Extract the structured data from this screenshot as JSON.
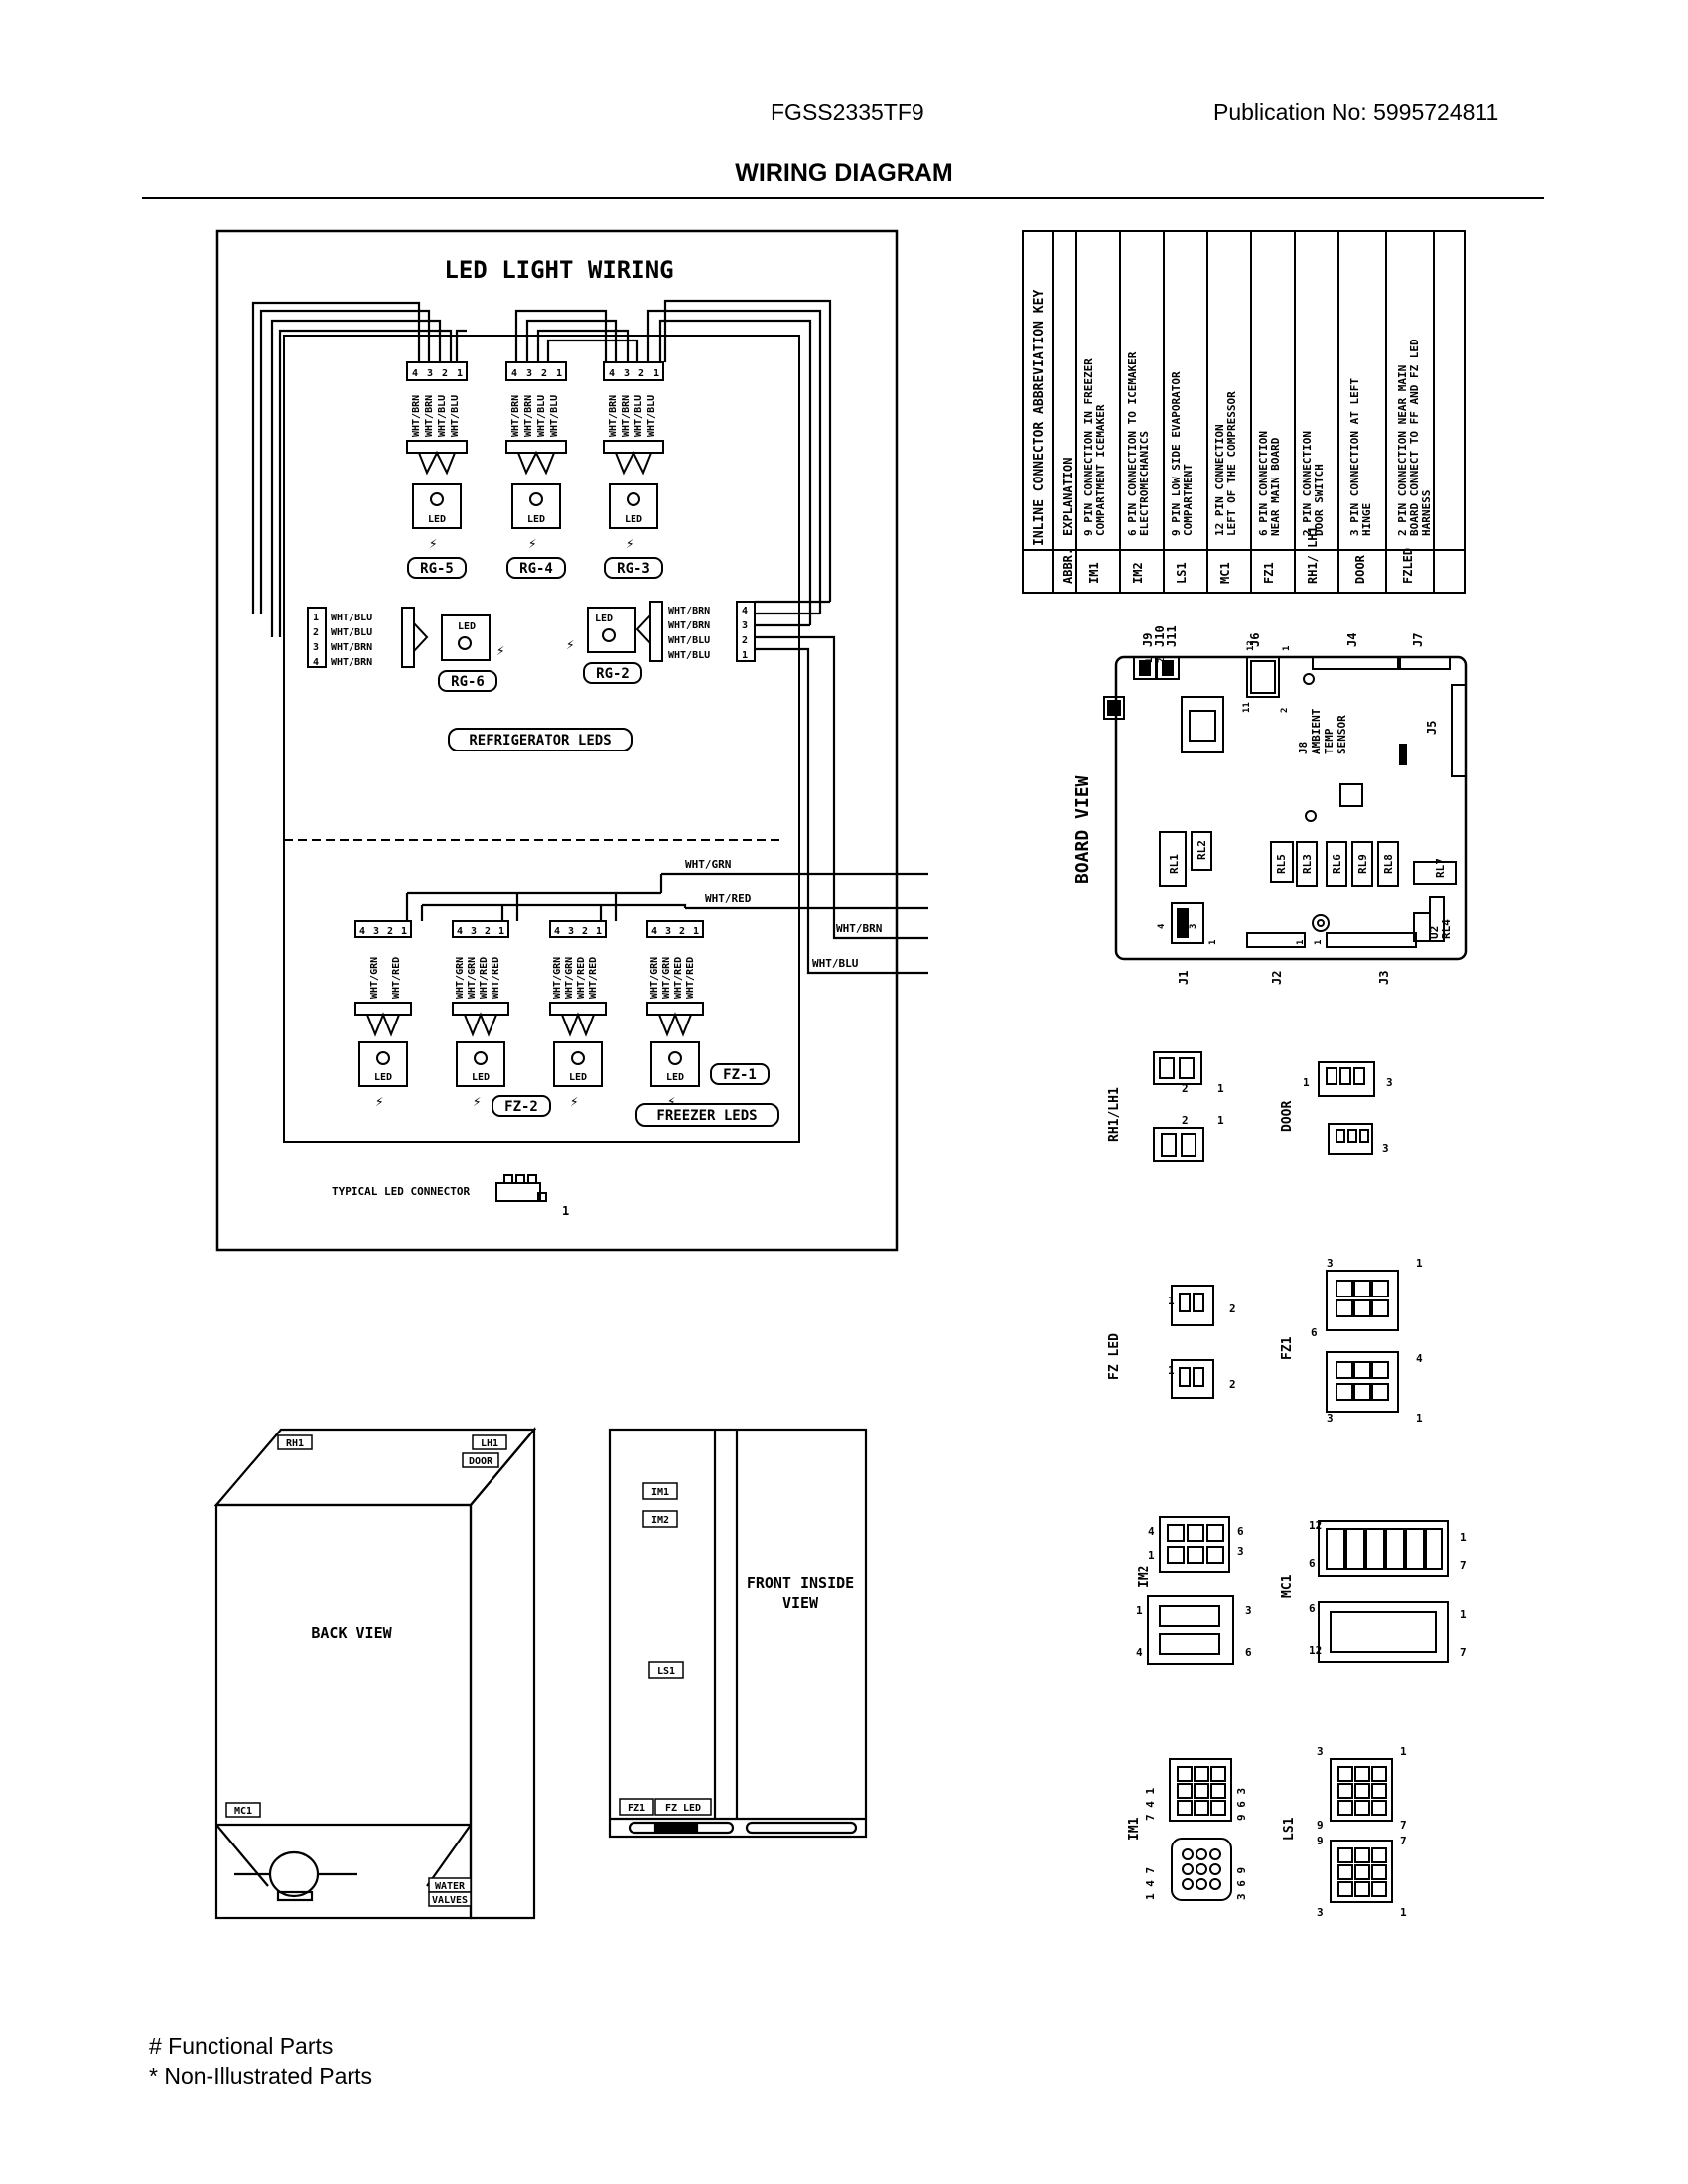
{
  "header": {
    "model": "FGSS2335TF9",
    "publication": "Publication No:  5995724811",
    "title": "WIRING DIAGRAM"
  },
  "footer": {
    "functional": "# Functional Parts",
    "non_illustrated": "* Non-Illustrated Parts"
  },
  "led_wiring": {
    "title": "LED LIGHT WIRING",
    "refrigerator_label": "REFRIGERATOR LEDS",
    "freezer_label": "FREEZER LEDS",
    "typical_connector": "TYPICAL LED CONNECTOR",
    "typical_pin": "1",
    "led": "LED",
    "rg_labels": [
      "RG-5",
      "RG-4",
      "RG-3",
      "RG-6",
      "RG-2"
    ],
    "fz_labels": [
      "FZ-2",
      "FZ-1"
    ],
    "rg_wires": [
      "WHT/BRN",
      "WHT/BRN",
      "WHT/BLU",
      "WHT/BLU"
    ],
    "side_wires_left": [
      "WHT/BLU",
      "WHT/BLU",
      "WHT/BRN",
      "WHT/BRN"
    ],
    "side_wires_right": [
      "WHT/BRN",
      "WHT/BRN",
      "WHT/BLU",
      "WHT/BLU"
    ],
    "fz_wires": [
      "WHT/GRN",
      "WHT/GRN",
      "WHT/RED",
      "WHT/RED"
    ],
    "fz_wires_first": [
      "WHT/GRN",
      "WHT/RED"
    ],
    "pins": [
      "4",
      "3",
      "2",
      "1"
    ],
    "pins_up": [
      "1",
      "2",
      "3",
      "4"
    ],
    "trunk_wires": [
      "WHT/GRN",
      "WHT/RED",
      "WHT/BRN",
      "WHT/BLU"
    ]
  },
  "abbrev_table": {
    "title": "INLINE CONNECTOR ABBREVIATION KEY",
    "col_abbr": "ABBR.",
    "col_expl": "EXPLANATION",
    "rows": [
      {
        "abbr": "IM1",
        "lines": [
          "9 PIN CONNECTION IN FREEZER",
          "COMPARTMENT ICEMAKER"
        ]
      },
      {
        "abbr": "IM2",
        "lines": [
          "6 PIN CONNECTION TO ICEMAKER",
          "ELECTROMECHANICS"
        ]
      },
      {
        "abbr": "LS1",
        "lines": [
          "9 PIN LOW SIDE EVAPORATOR",
          "COMPARTMENT"
        ]
      },
      {
        "abbr": "MC1",
        "lines": [
          "12 PIN CONNECTION",
          "LEFT OF THE COMPRESSOR"
        ]
      },
      {
        "abbr": "FZ1",
        "lines": [
          "6 PIN CONNECTION",
          "NEAR MAIN BOARD"
        ]
      },
      {
        "abbr": "RH1/ LH1",
        "lines": [
          "2 PIN CONNECTION",
          "DOOR SWITCH"
        ]
      },
      {
        "abbr": "DOOR",
        "lines": [
          "3 PIN CONNECTION AT LEFT",
          "HINGE"
        ]
      },
      {
        "abbr": "FZLED",
        "lines": [
          "2 PIN CONNECTION NEAR MAIN",
          "BOARD CONNECT TO FF AND FZ LED",
          "HARNESS"
        ]
      }
    ]
  },
  "board": {
    "title": "BOARD VIEW",
    "top_labels": [
      "J9",
      "J10",
      "J11",
      "J6",
      "J4",
      "J7"
    ],
    "j8": [
      "J8",
      "AMBIENT",
      "TEMP",
      "SENSOR"
    ],
    "j5": "J5",
    "relays": [
      "RL1",
      "RL2",
      "RL5",
      "RL3",
      "RL6",
      "RL9",
      "RL8",
      "RL7",
      "RL4",
      "U2"
    ],
    "bottom_labels": [
      "J1",
      "J2",
      "J3"
    ],
    "pin_marks": [
      "12",
      "1",
      "11",
      "2",
      "1",
      "2",
      "4",
      "1",
      "3",
      "1",
      "1"
    ]
  },
  "connectors": {
    "rh1_lh1": "RH1/LH1",
    "door": "DOOR",
    "fz_led": "FZ LED",
    "fz1": "FZ1",
    "im2": "IM2",
    "mc1": "MC1",
    "im1": "IM1",
    "ls1": "LS1",
    "pins": {
      "p1": "1",
      "p2": "2",
      "p3": "3",
      "p4": "4",
      "p6": "6",
      "p7": "7",
      "p9": "9",
      "p12": "12",
      "im1a": "7 4 1",
      "im1b": "9 6 3",
      "im1c": "1 4 7",
      "im1d": "3 6 9"
    }
  },
  "back_view": {
    "label": "BACK VIEW",
    "tags": [
      "RH1",
      "LH1",
      "DOOR",
      "MC1",
      "WATER",
      "VALVES"
    ]
  },
  "front_view": {
    "label_1": "FRONT INSIDE",
    "label_2": "VIEW",
    "tags": [
      "IM1",
      "IM2",
      "LS1",
      "FZ1",
      "FZ LED"
    ]
  }
}
